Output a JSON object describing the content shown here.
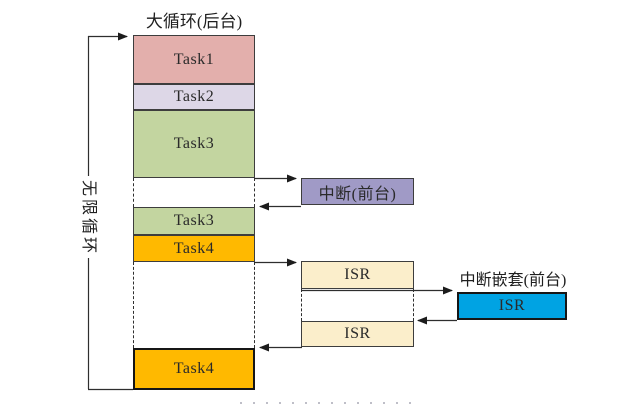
{
  "diagram": {
    "infinite_loop_label": "无限循环",
    "background_column": {
      "title": "大循环(后台)",
      "segments": [
        {
          "id": "task1",
          "label": "Task1",
          "color": "#E3AFAC"
        },
        {
          "id": "task2",
          "label": "Task2",
          "color": "#DDD7E7"
        },
        {
          "id": "task3",
          "label": "Task3",
          "color": "#C3D5A0"
        },
        {
          "id": "suspended-gap-1",
          "label": "",
          "color": ""
        },
        {
          "id": "task3-resumed",
          "label": "Task3",
          "color": "#C3D5A0"
        },
        {
          "id": "task4",
          "label": "Task4",
          "color": "#FFB900"
        },
        {
          "id": "suspended-gap-2",
          "label": "",
          "color": ""
        },
        {
          "id": "task4-resumed",
          "label": "Task4",
          "color": "#FFB900"
        }
      ]
    },
    "interrupt_box": {
      "label": "中断(前台)",
      "color": "#A09AC6"
    },
    "isr_column": {
      "isr1": {
        "label": "ISR",
        "color": "#FBEECB"
      },
      "isr2": {
        "label": "ISR",
        "color": "#FBEECB"
      }
    },
    "nested_interrupt": {
      "title": "中断嵌套(前台)",
      "isr": {
        "label": "ISR",
        "color": "#00A3E3"
      }
    },
    "line_color": "#2e2e2e"
  }
}
